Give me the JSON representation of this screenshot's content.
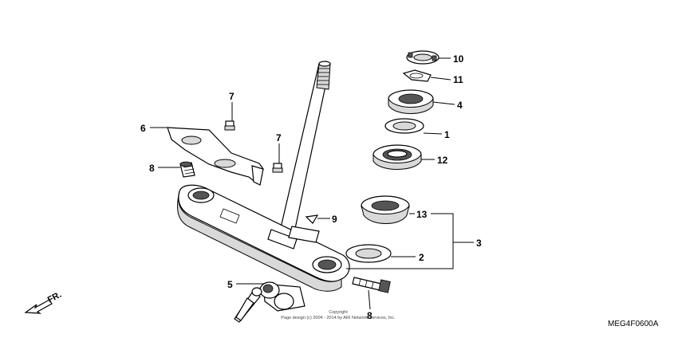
{
  "callouts": {
    "c10": "10",
    "c11": "11",
    "c4": "4",
    "c1": "1",
    "c12": "12",
    "c13": "13",
    "c2": "2",
    "c3": "3",
    "c9": "9",
    "c7a": "7",
    "c7b": "7",
    "c6": "6",
    "c8a": "8",
    "c8b": "8",
    "c5": "5"
  },
  "direction_label": "FR.",
  "diagram_code": "MEG4F0600A",
  "copyright": {
    "line1": "Copyright",
    "line2": "Page design (c) 2004 - 2014 by ARI Network Services, Inc."
  }
}
